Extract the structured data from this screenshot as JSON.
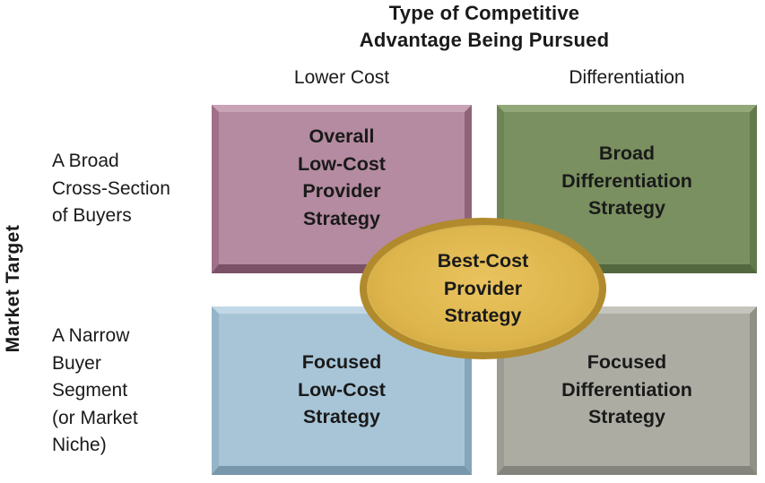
{
  "title": {
    "line1": "Type of Competitive",
    "line2": "Advantage Being Pursued"
  },
  "columns": {
    "lower_cost": "Lower Cost",
    "differentiation": "Differentiation"
  },
  "axis": {
    "market_target": "Market Target"
  },
  "rows": {
    "broad": [
      "A Broad",
      "Cross-Section",
      "of Buyers"
    ],
    "narrow": [
      "A Narrow",
      "Buyer",
      "Segment",
      "(or Market",
      "Niche)"
    ]
  },
  "boxes": {
    "overall_low_cost": [
      "Overall",
      "Low-Cost",
      "Provider",
      "Strategy"
    ],
    "broad_differentiation": [
      "Broad",
      "Differentiation",
      "Strategy"
    ],
    "focused_low_cost": [
      "Focused",
      "Low-Cost",
      "Strategy"
    ],
    "focused_differentiation": [
      "Focused",
      "Differentiation",
      "Strategy"
    ]
  },
  "center": {
    "best_cost": [
      "Best-Cost",
      "Provider",
      "Strategy"
    ]
  },
  "colors": {
    "overall_low_cost": "#b48ba0",
    "broad_differentiation": "#7a9060",
    "focused_low_cost": "#a7c5d7",
    "focused_differentiation": "#acaca3",
    "best_cost": "#ddb54c"
  }
}
